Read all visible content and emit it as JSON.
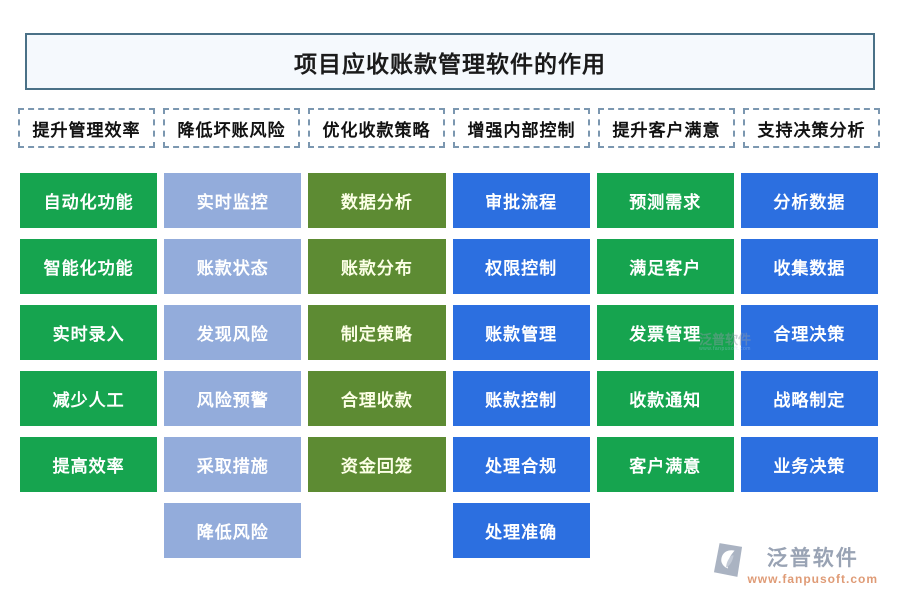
{
  "title": "项目应收账款管理软件的作用",
  "columns": [
    {
      "header": "提升管理效率",
      "color": "#16a44f",
      "text_color": "#ffffff",
      "items": [
        "自动化功能",
        "智能化功能",
        "实时录入",
        "减少人工",
        "提高效率"
      ]
    },
    {
      "header": "降低坏账风险",
      "color": "#93acdb",
      "text_color": "#ffffff",
      "items": [
        "实时监控",
        "账款状态",
        "发现风险",
        "风险预警",
        "采取措施",
        "降低风险"
      ]
    },
    {
      "header": "优化收款策略",
      "color": "#5d8b33",
      "text_color": "#fcffe6",
      "items": [
        "数据分析",
        "账款分布",
        "制定策略",
        "合理收款",
        "资金回笼"
      ]
    },
    {
      "header": "增强内部控制",
      "color": "#2c6fe0",
      "text_color": "#ffffff",
      "items": [
        "审批流程",
        "权限控制",
        "账款管理",
        "账款控制",
        "处理合规",
        "处理准确"
      ]
    },
    {
      "header": "提升客户满意",
      "color": "#16a44f",
      "text_color": "#ffffff",
      "items": [
        "预测需求",
        "满足客户",
        "发票管理",
        "收款通知",
        "客户满意"
      ]
    },
    {
      "header": "支持决策分析",
      "color": "#2c6fe0",
      "text_color": "#ffffff",
      "items": [
        "分析数据",
        "收集数据",
        "合理决策",
        "战略制定",
        "业务决策"
      ]
    }
  ],
  "watermark": {
    "name": "泛普软件",
    "sub": "www.fanpusoft.com"
  },
  "brand": {
    "name": "泛普软件",
    "url": "www.fanpusoft.com"
  }
}
